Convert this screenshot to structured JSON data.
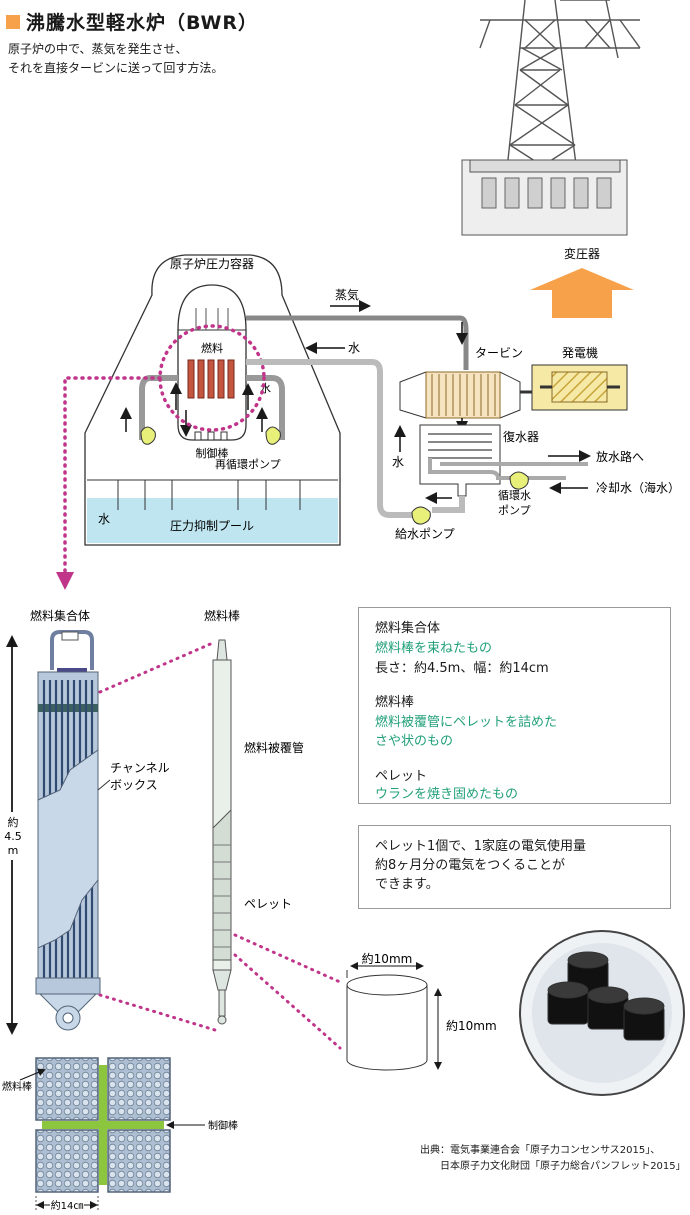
{
  "title": "沸騰水型軽水炉（BWR）",
  "subtitle": "原子炉の中で、蒸気を発生させ、\nそれを直接タービンに送って回す方法。",
  "labels": {
    "transformer": "変圧器",
    "pressure_vessel": "原子炉圧力容器",
    "steam": "蒸気",
    "water": "水",
    "fuel": "燃料",
    "control_rod": "制御棒",
    "recirc_pump": "再循環ポンプ",
    "suppression_pool": "圧力抑制プール",
    "turbine": "タービン",
    "generator": "発電機",
    "condenser": "復水器",
    "to_discharge": "放水路へ",
    "cooling_water": "冷却水（海水）",
    "circ_pump_1": "循環水",
    "circ_pump_2": "ポンプ",
    "feed_pump": "給水ポンプ",
    "fuel_assembly": "燃料集合体",
    "fuel_rod": "燃料棒",
    "channel_box_1": "チャンネル",
    "channel_box_2": "ボックス",
    "length_1": "約",
    "length_2": "4.5",
    "length_3": "m",
    "cladding": "燃料被覆管",
    "pellet": "ペレット",
    "dim_top": "約10mm",
    "dim_side": "約10mm",
    "cross_fuel_rod": "燃料棒",
    "cross_control_rod": "制御棒",
    "cross_width": "約14㎝"
  },
  "info": {
    "assembly_title": "燃料集合体",
    "assembly_desc": "燃料棒を束ねたもの",
    "assembly_size": "長さ：約4.5m、幅：約14cm",
    "rod_title": "燃料棒",
    "rod_desc": "燃料被覆管にペレットを詰めた\nさや状のもの",
    "pellet_title": "ペレット",
    "pellet_desc": "ウランを焼き固めたもの"
  },
  "pellet_note": "ペレット1個で、1家庭の電気使用量\n約8ヶ月分の電気をつくることが\nできます。",
  "source": "出典：電気事業連合会「原子力コンセンサス2015」、\n　　日本原子力文化財団「原子力総合パンフレット2015」",
  "colors": {
    "accent_orange": "#f7a24a",
    "teal_text": "#22a07a",
    "dotted_magenta": "#c0358a",
    "pool_blue": "#bfe6f0",
    "assembly_blue": "#b7c8dc",
    "grid_green": "#8cc63f",
    "fuel_red": "#c4553e",
    "generator_yellow": "#f6e9a6"
  }
}
